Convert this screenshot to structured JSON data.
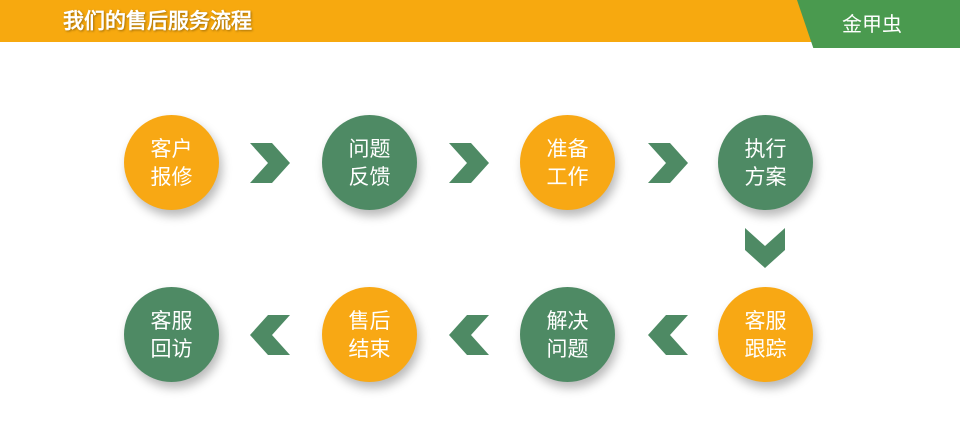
{
  "header": {
    "title": "我们的售后服务流程",
    "brand": "金甲虫"
  },
  "colors": {
    "orange": "#f8a814",
    "green": "#4e8a64",
    "header": "#f7a90f",
    "brand_tab": "#4a9a4f"
  },
  "steps": [
    {
      "line1": "客户",
      "line2": "报修",
      "color": "orange"
    },
    {
      "line1": "问题",
      "line2": "反馈",
      "color": "green"
    },
    {
      "line1": "准备",
      "line2": "工作",
      "color": "orange"
    },
    {
      "line1": "执行",
      "line2": "方案",
      "color": "green"
    },
    {
      "line1": "客服",
      "line2": "跟踪",
      "color": "orange"
    },
    {
      "line1": "解决",
      "line2": "问题",
      "color": "green"
    },
    {
      "line1": "售后",
      "line2": "结束",
      "color": "orange"
    },
    {
      "line1": "客服",
      "line2": "回访",
      "color": "green"
    }
  ],
  "arrow_icon": "chevron-icon"
}
